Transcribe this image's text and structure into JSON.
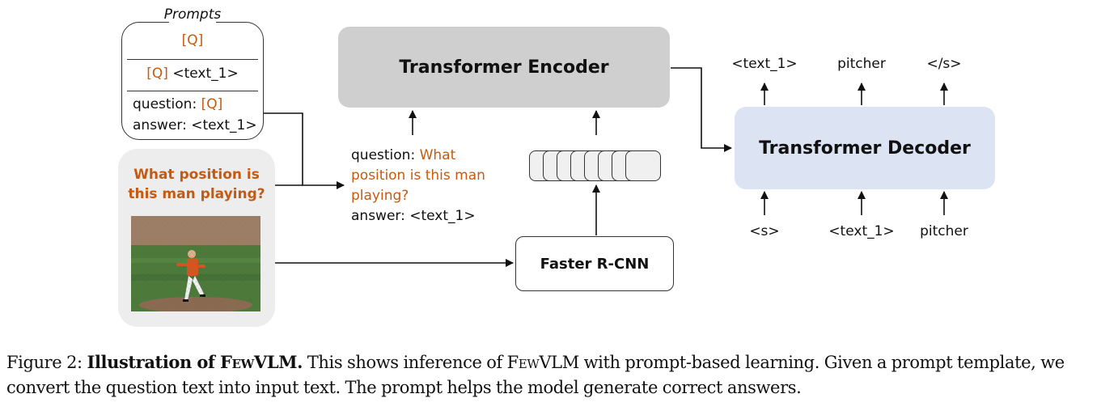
{
  "prompts": {
    "title": "Prompts",
    "line1_q": "[Q]",
    "line2_q": "[Q]",
    "line2_text": " <text_1>",
    "line3_prefix": "question: ",
    "line3_q": "[Q]",
    "line4": "answer: <text_1>"
  },
  "question": {
    "line1": "What position is",
    "line2": "this man playing?"
  },
  "input_text": {
    "prefix": "question: ",
    "question": "What position is this man playing?",
    "answer": "answer: <text_1>"
  },
  "encoder": {
    "label": "Transformer Encoder"
  },
  "decoder": {
    "label": "Transformer Decoder",
    "outputs": [
      "<text_1>",
      "pitcher",
      "</s>"
    ],
    "inputs": [
      "<s>",
      "<text_1>",
      "pitcher"
    ]
  },
  "rcnn": {
    "label": "Faster R-CNN"
  },
  "caption": {
    "prefix": "Figure 2: ",
    "bold_lead": "Illustration of ",
    "bold_name": "FewVLM.",
    "text1": " This shows inference of ",
    "name2": "FewVLM",
    "text2": " with prompt-based learning. Given a prompt template, we convert the question text into input text. The prompt helps the model generate correct answers."
  },
  "colors": {
    "accent": "#c55a11",
    "encoder_bg": "#d0cfcf",
    "decoder_bg": "#dce4f3",
    "question_bg": "#ededed"
  }
}
